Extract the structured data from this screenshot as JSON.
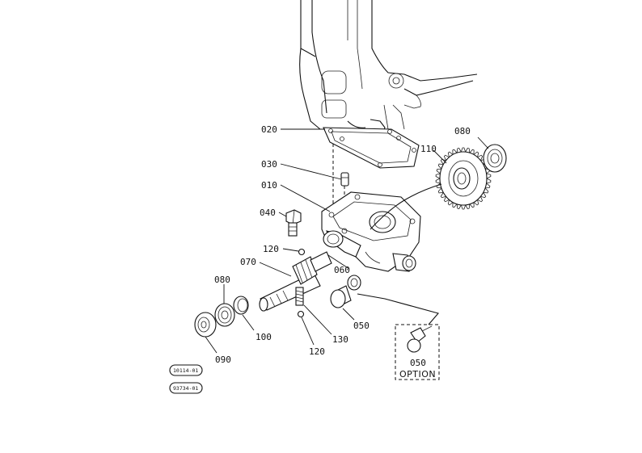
{
  "callouts": {
    "c020": "020",
    "c030": "030",
    "c010": "010",
    "c040": "040",
    "c120a": "120",
    "c070": "070",
    "c080a": "080",
    "c060": "060",
    "c100": "100",
    "c050": "050",
    "c090": "090",
    "c130": "130",
    "c120b": "120",
    "c080b": "080",
    "c110": "110",
    "c050opt": "050"
  },
  "option_label": "OPTION",
  "ref_codes": [
    "10114-01",
    "93734-01"
  ]
}
